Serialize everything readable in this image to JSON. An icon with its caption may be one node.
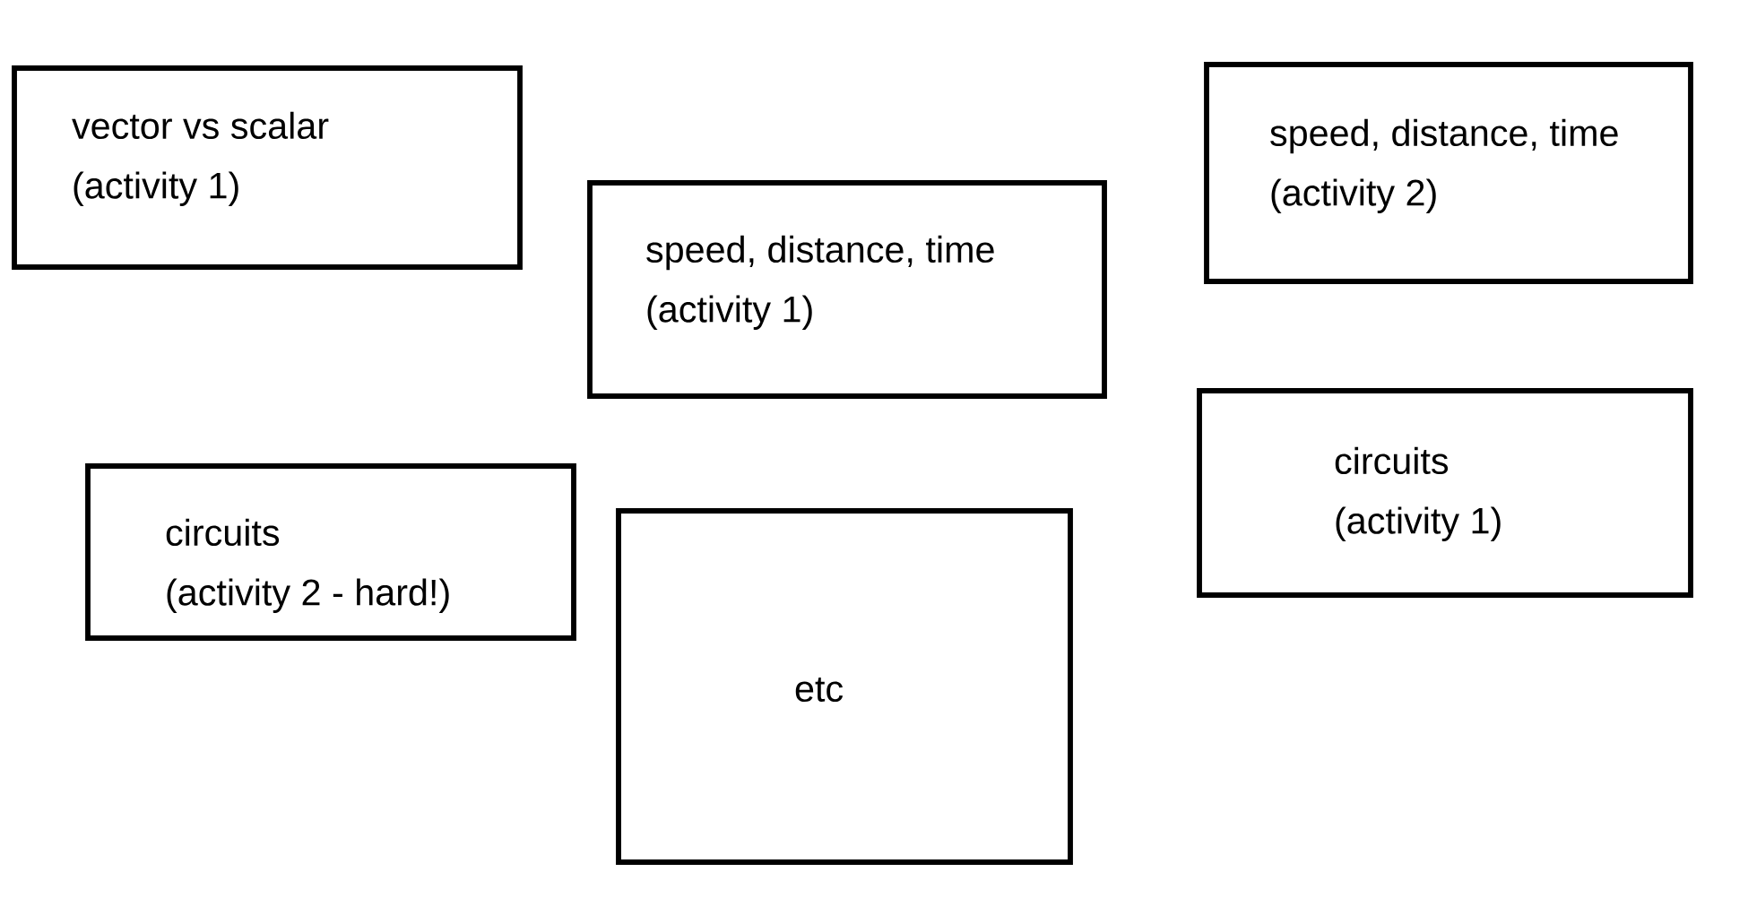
{
  "diagram": {
    "nodes": [
      {
        "text": [
          "vector vs scalar",
          "(activity 1)"
        ]
      },
      {
        "text": [
          "speed, distance, time",
          "(activity 2)"
        ]
      },
      {
        "text": [
          "speed, distance, time",
          "(activity 1)"
        ]
      },
      {
        "text": [
          "circuits",
          "(activity 1)"
        ]
      },
      {
        "text": [
          "circuits",
          "(activity 2 - hard!)"
        ]
      },
      {
        "text": [
          "etc"
        ]
      }
    ]
  }
}
